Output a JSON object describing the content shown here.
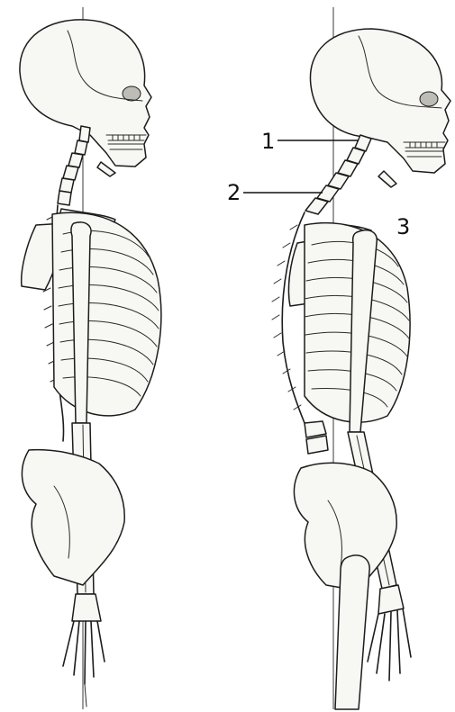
{
  "figure": {
    "callouts": [
      {
        "label": "1"
      },
      {
        "label": "2"
      },
      {
        "label": "3"
      }
    ],
    "colors": {
      "ink": "#1c1c1c",
      "bone": "#f7f7f3",
      "shading": "#bdbdb6",
      "background": "#ffffff"
    }
  }
}
